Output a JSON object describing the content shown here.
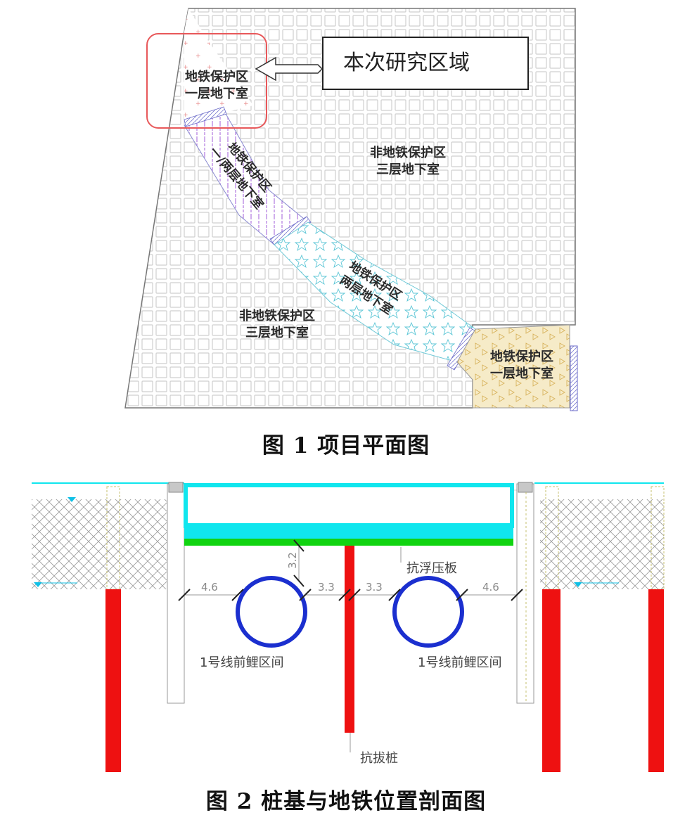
{
  "figure1": {
    "caption": "图 1  项目平面图",
    "callout": "本次研究区域",
    "zones": {
      "top_left_line1": "地铁保护区",
      "top_left_line2": "一层地下室",
      "diag_upper_line1": "地铁保护区",
      "diag_upper_line2": "一/两层地下室",
      "right_upper_line1": "非地铁保护区",
      "right_upper_line2": "三层地下室",
      "diag_mid_line1": "地铁保护区",
      "diag_mid_line2": "两层地下室",
      "left_lower_line1": "非地铁保护区",
      "left_lower_line2": "三层地下室",
      "bottom_right_line1": "地铁保护区",
      "bottom_right_line2": "一层地下室"
    },
    "colors": {
      "highlight": "#e8585a",
      "grid": "#c9c9c9",
      "purple": "#b178e0",
      "teal": "#5bc6d6",
      "sand": "#f5e9c4"
    }
  },
  "figure2": {
    "caption": "图 2  桩基与地铁位置剖面图",
    "dims": {
      "d1": "4.6",
      "d2": "3.2",
      "d3": "3.3",
      "d4": "3.3",
      "d5": "4.6"
    },
    "labels": {
      "slab": "抗浮压板",
      "tunnel_left": "1号线前鲤区间",
      "tunnel_right": "1号线前鲤区间",
      "pile": "抗拔桩"
    },
    "colors": {
      "tunnel": "#1b2fcf",
      "pile": "#ee1111",
      "slab_green": "#11d411",
      "cyan": "#10e6ee"
    }
  }
}
